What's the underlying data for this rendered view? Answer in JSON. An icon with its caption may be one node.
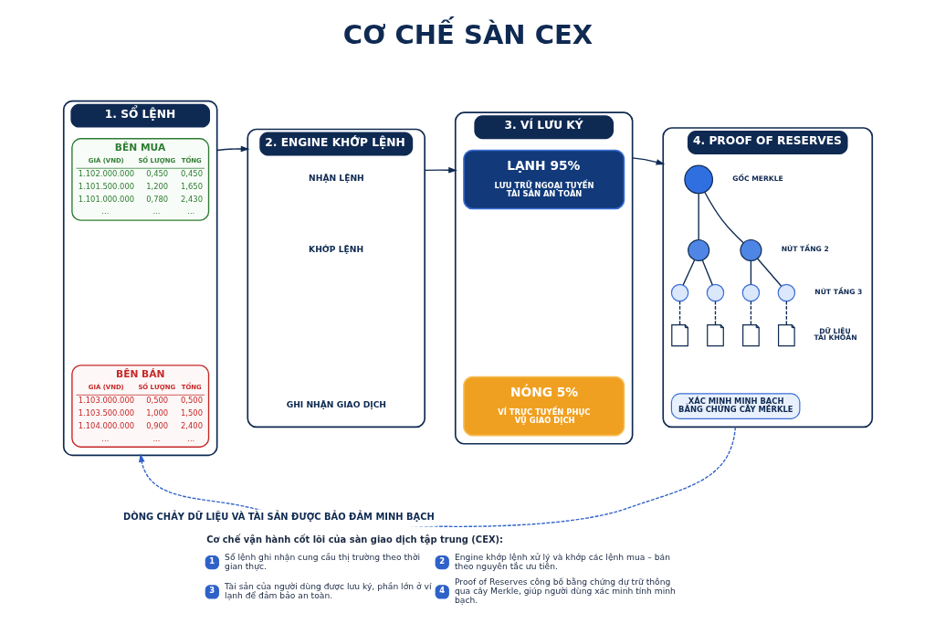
{
  "diagram": {
    "title": "CƠ CHẾ SÀN CEX",
    "caption": "Cơ chế vận hành cốt lõi của sàn giao dịch tập trung (CEX):",
    "nodes": [
      {
        "text": [
          "1. SỔ LỆNH"
        ]
      },
      {
        "text": [
          "BÊN MUA",
          "GIÁ (VND)",
          "SỐ LƯỢNG",
          "TỔNG",
          "1.102.000.000",
          "0,450",
          "0,450",
          "1.101.500.000",
          "1,200",
          "1,650",
          "1.101.000.000",
          "0,780",
          "2,430",
          "...",
          "...",
          "..."
        ],
        "in": 0
      },
      {
        "text": [
          "BÊN BÁN",
          "GIÁ (VND)",
          "SỐ LƯỢNG",
          "TỔNG",
          "1.103.000.000",
          "0,500",
          "0,500",
          "1.103.500.000",
          "1,000",
          "1,500",
          "1.104.000.000",
          "0,900",
          "2,400",
          "...",
          "...",
          "..."
        ],
        "in": 0
      },
      {
        "text": [
          "2. ENGINE KHỚP LỆNH"
        ]
      },
      {
        "text": [
          "3. VÍ LƯU KÝ"
        ]
      },
      {
        "text": [
          "LẠNH 95%",
          "LƯU TRỮ NGOẠI TUYẾN TÀI SẢN AN TOÀN"
        ],
        "in": 4
      },
      {
        "text": [
          "NÓNG 5%",
          "VÍ TRỰC TUYẾN PHỤC VỤ GIAO DỊCH"
        ],
        "in": 4
      },
      {
        "text": [
          "4. PROOF OF RESERVES"
        ]
      },
      {
        "text": [],
        "shape": "circle",
        "in": 7,
        "beside": [
          "GỐC MERKLE"
        ]
      },
      {
        "text": [],
        "shape": "circle",
        "in": 7
      },
      {
        "text": [],
        "shape": "circle",
        "in": 7,
        "beside": [
          "NÚT TẦNG 2"
        ]
      },
      {
        "text": [],
        "shape": "circle",
        "in": 7
      },
      {
        "text": [],
        "shape": "circle",
        "in": 7
      },
      {
        "text": [],
        "shape": "circle",
        "in": 7
      },
      {
        "text": [],
        "shape": "circle",
        "in": 7,
        "beside": [
          "NÚT TẦNG 3"
        ]
      },
      {
        "text": [],
        "shape": "document",
        "in": 7
      },
      {
        "text": [],
        "shape": "document",
        "in": 7
      },
      {
        "text": [],
        "shape": "document",
        "in": 7
      },
      {
        "text": [],
        "shape": "document",
        "in": 7,
        "beside": [
          "DỮ LIỆU TÀI KHOẢN"
        ]
      },
      {
        "text": [
          "XÁC MINH MINH BẠCH BẰNG CHỨNG CÂY MERKLE"
        ],
        "in": 7
      }
    ],
    "edges": [
      {
        "from": 0,
        "to": 3,
        "arrow": "to"
      },
      {
        "from": 3,
        "to": 4,
        "arrow": "to"
      },
      {
        "from": 4,
        "to": 7,
        "arrow": "to"
      },
      {
        "from": 7,
        "to": 0,
        "arrow": "to",
        "style": "dashed",
        "color": "#2f62c8",
        "label": "DÒNG CHẢY DỮ LIỆU VÀ TÀI SẢN ĐƯỢC BẢO ĐẢM MINH BẠCH"
      },
      {
        "from": 8,
        "to": 9,
        "arrow": "none"
      },
      {
        "from": 8,
        "to": 10,
        "arrow": "none"
      },
      {
        "from": 9,
        "to": 11,
        "arrow": "none"
      },
      {
        "from": 9,
        "to": 12,
        "arrow": "none"
      },
      {
        "from": 10,
        "to": 13,
        "arrow": "none"
      },
      {
        "from": 10,
        "to": 14,
        "arrow": "none"
      },
      {
        "from": 11,
        "to": 15,
        "arrow": "none",
        "style": "dashed"
      },
      {
        "from": 12,
        "to": 16,
        "arrow": "none",
        "style": "dashed"
      },
      {
        "from": 13,
        "to": 17,
        "arrow": "none",
        "style": "dashed"
      },
      {
        "from": 14,
        "to": 18,
        "arrow": "none",
        "style": "dashed"
      }
    ],
    "labels": [
      "NHẬN LỆNH",
      "KHỚP LỆNH",
      "GHI NHẬN GIAO DỊCH",
      "1",
      "Sổ lệnh ghi nhận cung cầu thị trường theo thời gian thực.",
      "2",
      "Engine khớp lệnh xử lý và khớp các lệnh mua – bán theo nguyên tắc ưu tiên.",
      "3",
      "Tài sản của người dùng được lưu ký, phần lớn ở ví lạnh để đảm bảo an toàn.",
      "4",
      "Proof of Reserves công bố bằng chứng dự trữ thông qua cây Merkle, giúp người dùng xác minh tính minh bạch."
    ]
  }
}
